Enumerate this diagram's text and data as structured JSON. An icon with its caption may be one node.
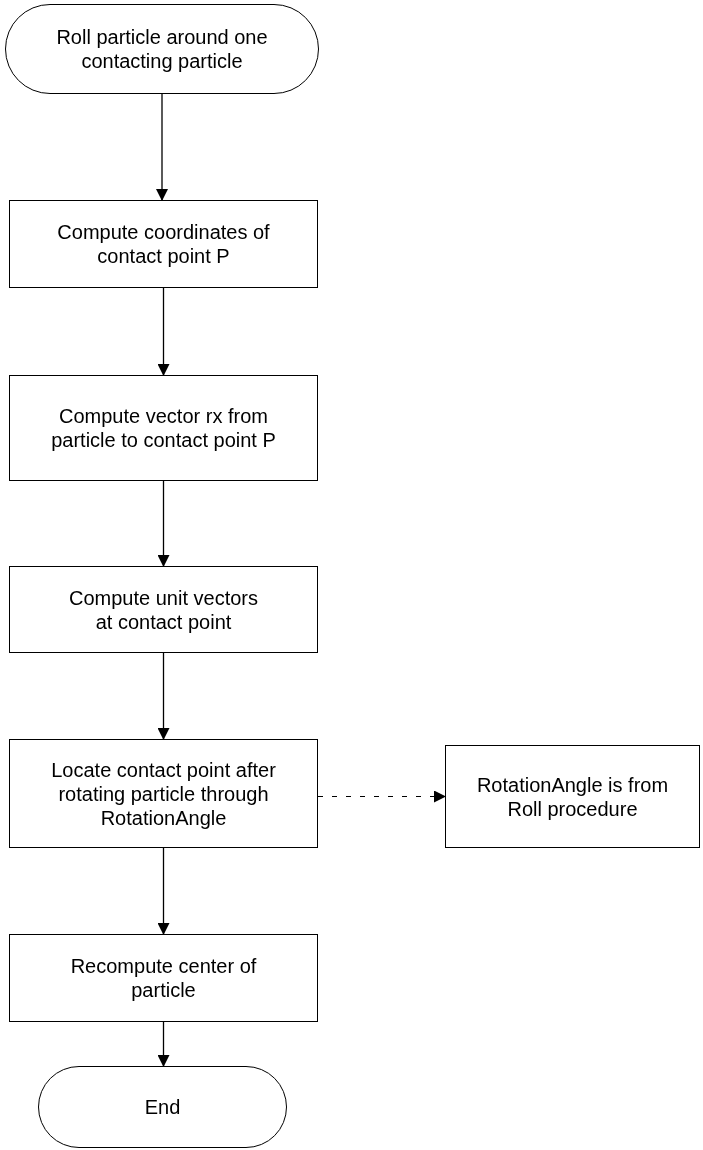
{
  "diagram": {
    "nodes": [
      {
        "text": [
          "Roll particle around one contacting particle"
        ]
      },
      {
        "text": [
          "Compute coordinates of contact point P"
        ]
      },
      {
        "text": [
          "Compute vector rx from particle to contact point P"
        ]
      },
      {
        "text": [
          "Compute unit vectors at contact point"
        ]
      },
      {
        "text": [
          "Locate contact point after rotating particle through RotationAngle"
        ]
      },
      {
        "text": [
          "RotationAngle is from Roll procedure"
        ]
      },
      {
        "text": [
          "Recompute center of particle"
        ]
      },
      {
        "text": [
          "End"
        ]
      }
    ],
    "edges": [
      {
        "from": 0,
        "to": 1,
        "arrow": "to"
      },
      {
        "from": 1,
        "to": 2,
        "arrow": "to"
      },
      {
        "from": 2,
        "to": 3,
        "arrow": "to"
      },
      {
        "from": 3,
        "to": 4,
        "arrow": "to"
      },
      {
        "from": 4,
        "to": 5,
        "arrow": "to",
        "style": "dashed"
      },
      {
        "from": 4,
        "to": 6,
        "arrow": "to"
      },
      {
        "from": 6,
        "to": 7,
        "arrow": "to"
      }
    ]
  }
}
